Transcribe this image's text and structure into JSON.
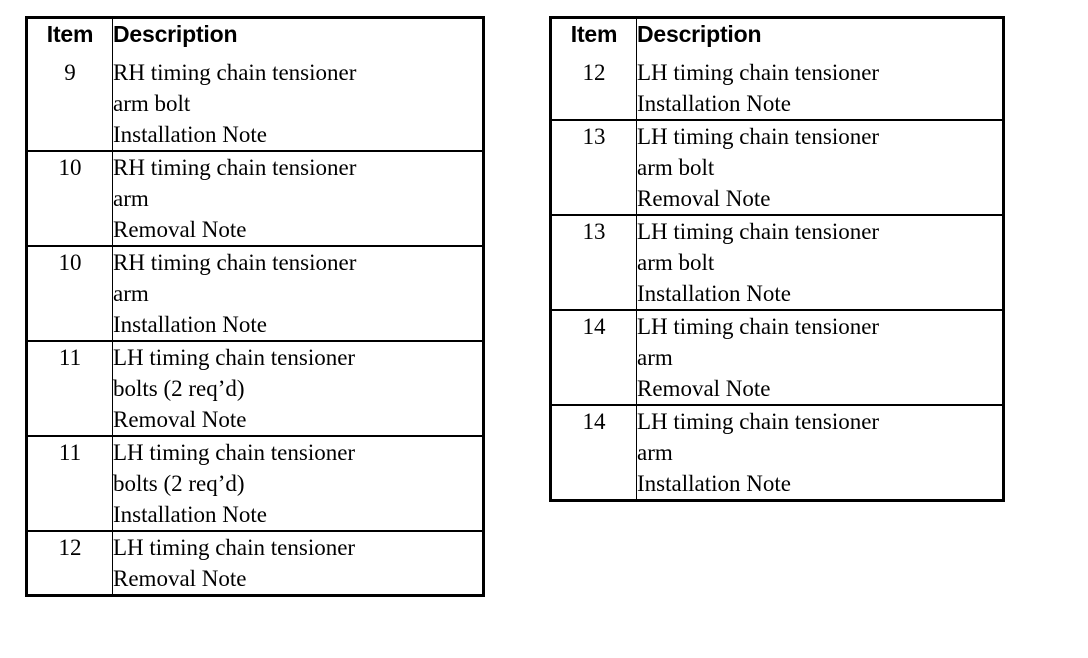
{
  "document": {
    "title": "Timing chain tensioner parts tables",
    "background_color": "#ffffff",
    "text_color": "#000000",
    "border_color": "#000000"
  },
  "tables": [
    {
      "id": "left-table",
      "headers": {
        "item": "Item",
        "description": "Description"
      },
      "rows": [
        {
          "item": "9",
          "lines": [
            "RH timing chain tensioner",
            "arm bolt",
            "Installation Note"
          ]
        },
        {
          "item": "10",
          "lines": [
            "RH timing chain tensioner",
            "arm",
            "Removal Note"
          ]
        },
        {
          "item": "10",
          "lines": [
            "RH timing chain tensioner",
            "arm",
            "Installation Note"
          ]
        },
        {
          "item": "11",
          "lines": [
            "LH timing chain tensioner",
            "bolts (2 req’d)",
            "Removal Note"
          ]
        },
        {
          "item": "11",
          "lines": [
            "LH timing chain tensioner",
            "bolts (2 req’d)",
            "Installation Note"
          ]
        },
        {
          "item": "12",
          "lines": [
            "LH timing chain tensioner",
            "Removal Note"
          ]
        }
      ]
    },
    {
      "id": "right-table",
      "headers": {
        "item": "Item",
        "description": "Description"
      },
      "rows": [
        {
          "item": "12",
          "lines": [
            "LH timing chain tensioner",
            "Installation Note"
          ]
        },
        {
          "item": "13",
          "lines": [
            "LH timing chain tensioner",
            "arm bolt",
            "Removal Note"
          ]
        },
        {
          "item": "13",
          "lines": [
            "LH timing chain tensioner",
            "arm bolt",
            "Installation Note"
          ]
        },
        {
          "item": "14",
          "lines": [
            "LH timing chain tensioner",
            "arm",
            "Removal Note"
          ]
        },
        {
          "item": "14",
          "lines": [
            "LH timing chain tensioner",
            "arm",
            "Installation Note"
          ]
        }
      ]
    }
  ]
}
